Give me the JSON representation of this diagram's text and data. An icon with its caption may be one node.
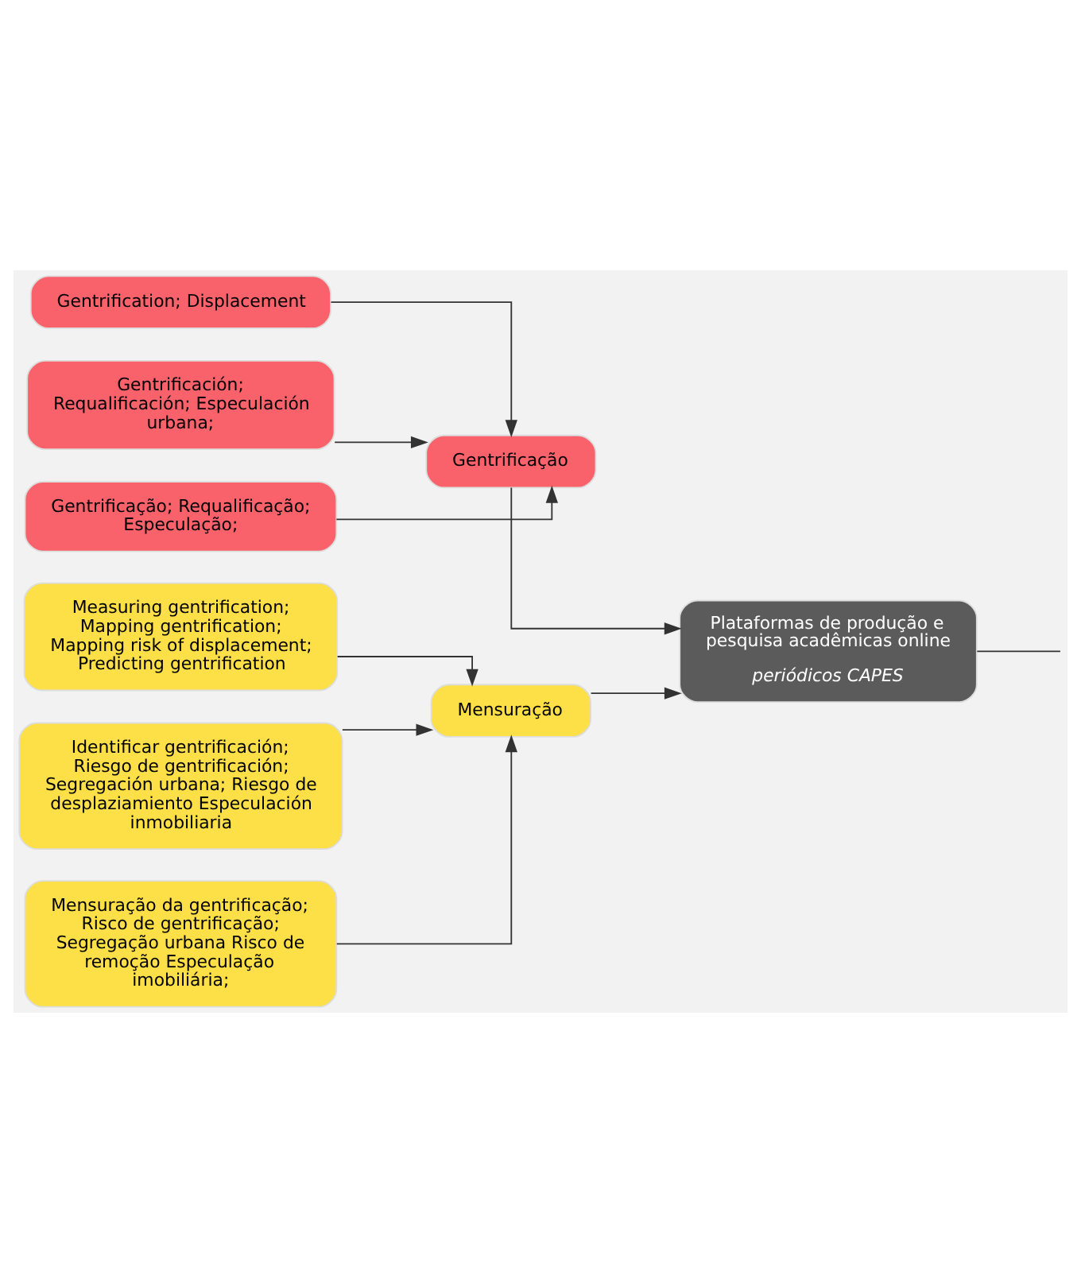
{
  "diagram": {
    "nodes": [
      {
        "text": [
          "Gentrification; Displacement"
        ]
      },
      {
        "text": [
          "Gentrificación; Requalificación; Especulación urbana;"
        ]
      },
      {
        "text": [
          "Gentrificação; Requalificação; Especulação;"
        ]
      },
      {
        "text": [
          "Gentrificação"
        ]
      },
      {
        "text": [
          "Plataformas de produção e pesquisa acadêmicas online",
          "periódicos CAPES"
        ]
      },
      {
        "text": [
          "Measuring gentrification; Mapping gentrification; Mapping risk of displacement; Predicting gentrification"
        ]
      },
      {
        "text": [
          "Identificar gentrificación; Riesgo de gentrificación; Segregación urbana; Riesgo de desplaziamiento Especulación inmobiliaria"
        ]
      },
      {
        "text": [
          "Mensuração da gentrificação; Risco de gentrificação; Segregação urbana Risco de remoção Especulação imobiliária;"
        ]
      },
      {
        "text": [
          "Mensuração"
        ]
      }
    ],
    "edges": [
      {
        "from": 0,
        "to": 3,
        "arrow": "to"
      },
      {
        "from": 1,
        "to": 3,
        "arrow": "to"
      },
      {
        "from": 2,
        "to": 3,
        "arrow": "to"
      },
      {
        "from": 3,
        "to": 4,
        "arrow": "to"
      },
      {
        "from": 5,
        "to": 8,
        "arrow": "to"
      },
      {
        "from": 6,
        "to": 8,
        "arrow": "to"
      },
      {
        "from": 7,
        "to": 8,
        "arrow": "to"
      },
      {
        "from": 8,
        "to": 4,
        "arrow": "to"
      },
      {
        "from": 4,
        "to": null,
        "arrow": "none"
      }
    ]
  }
}
